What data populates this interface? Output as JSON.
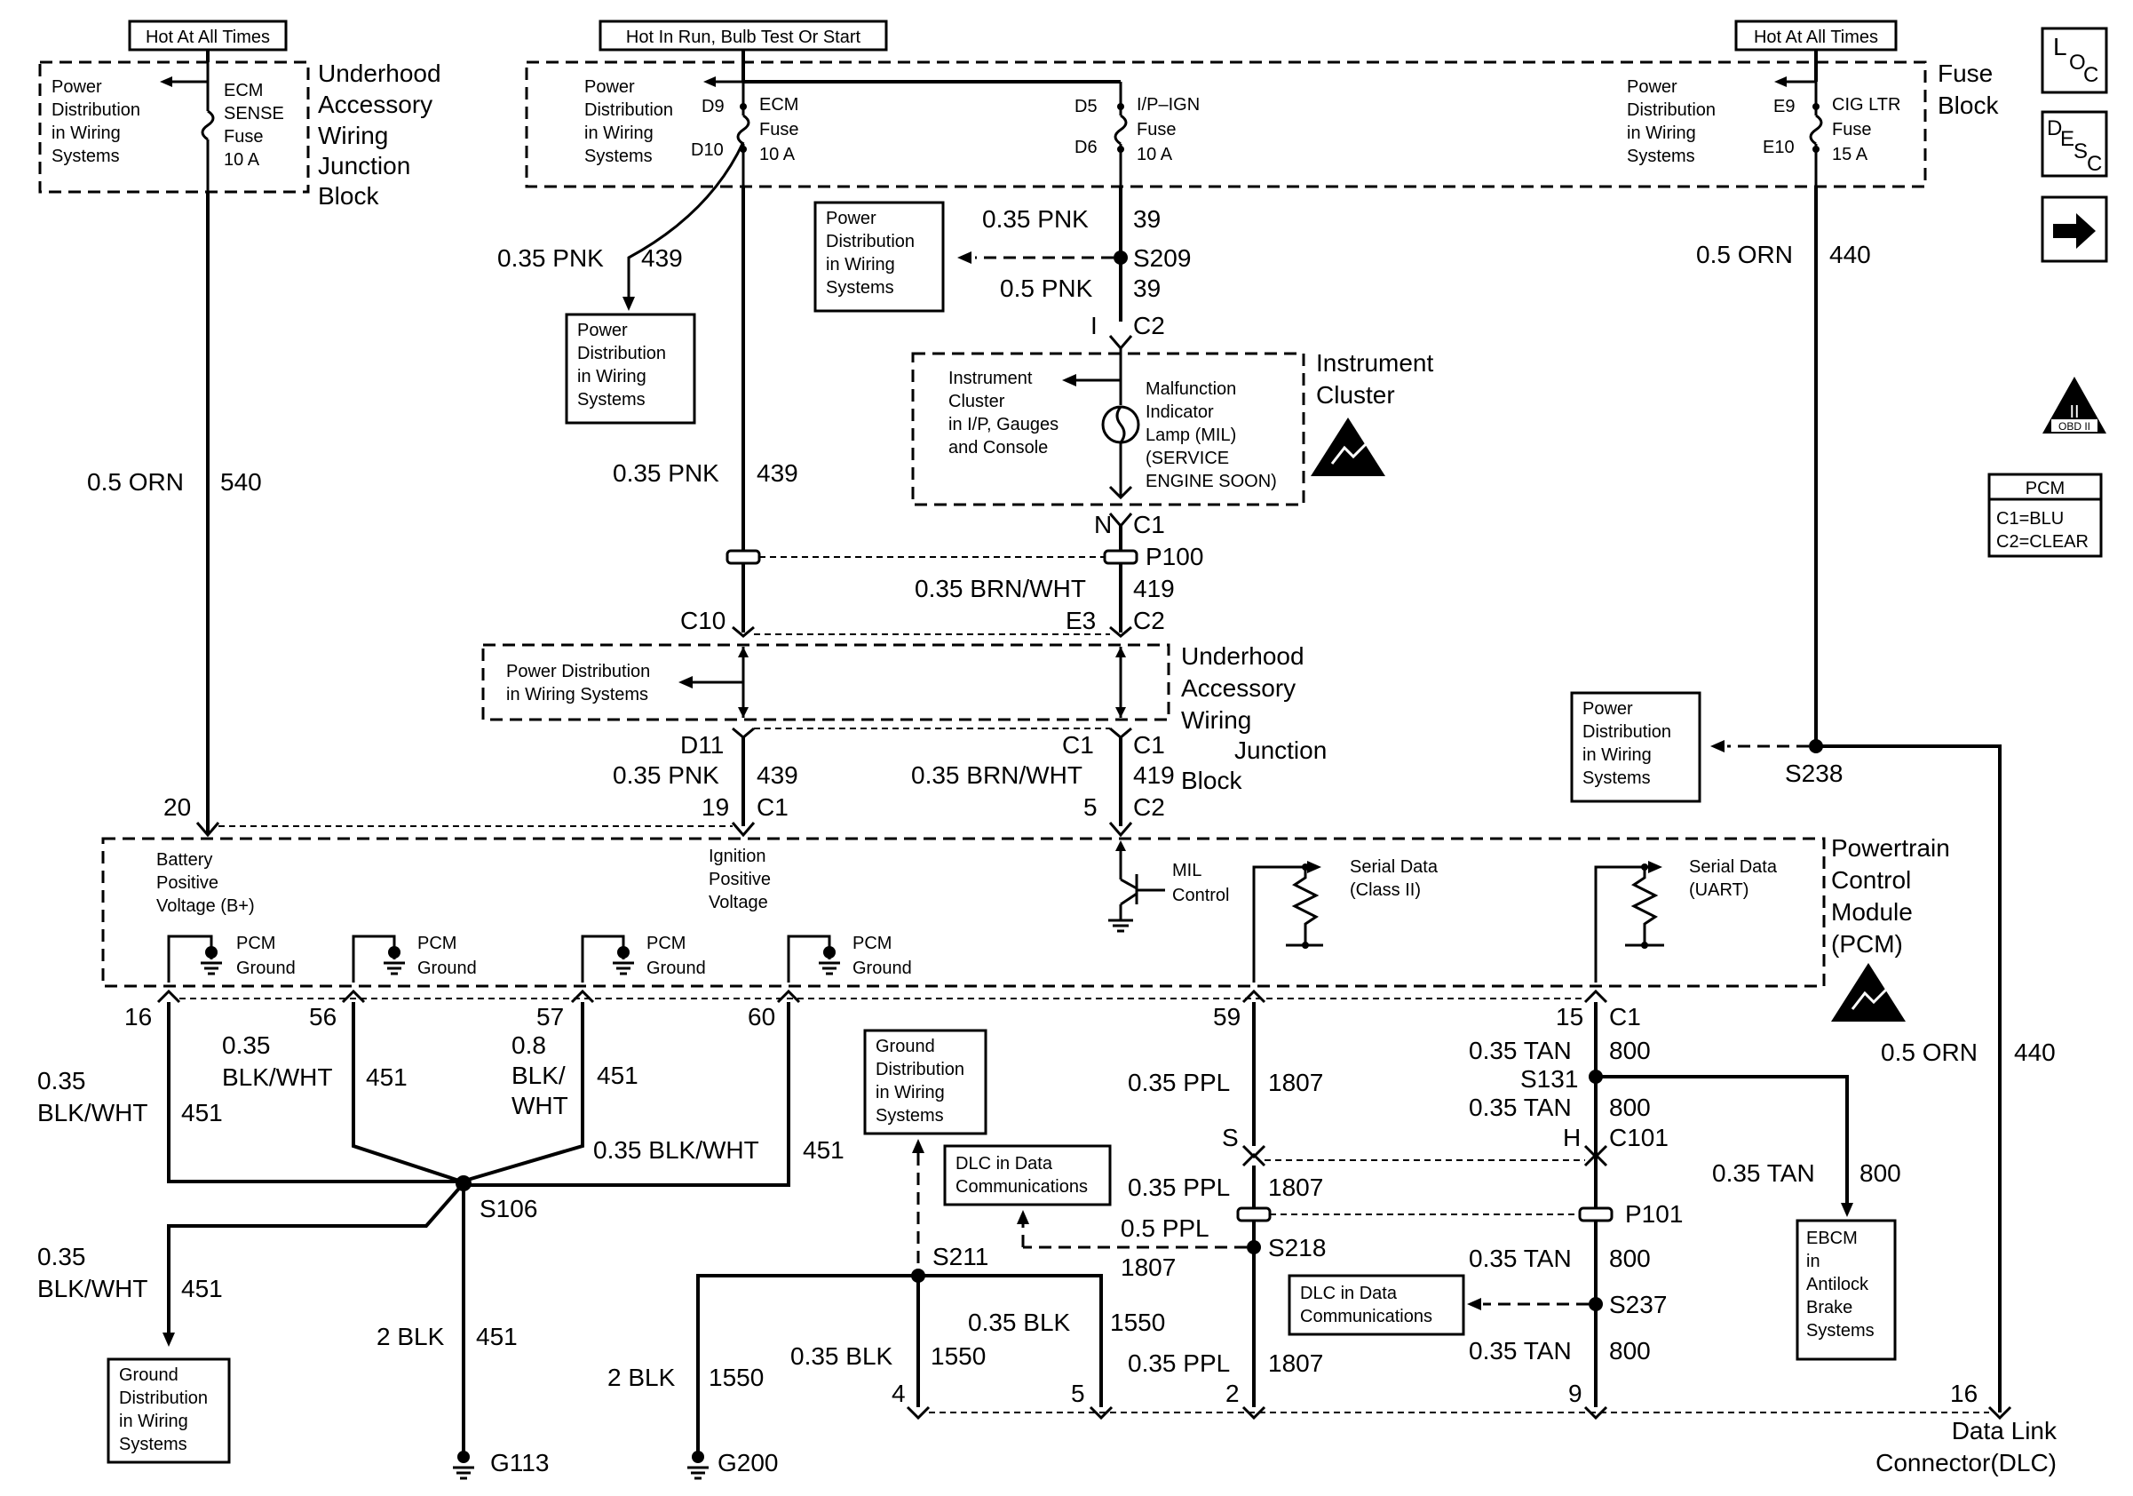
{
  "headers": {
    "hot_left": "Hot At All Times",
    "hot_run": "Hot In Run, Bulb Test Or Start",
    "hot_right": "Hot At All Times"
  },
  "blocks": {
    "underhood_top": [
      "Underhood",
      "Accessory",
      "Wiring",
      "Junction",
      "Block"
    ],
    "fuse_block": [
      "Fuse",
      "Block"
    ],
    "instrument_cluster": [
      "Instrument",
      "Cluster"
    ],
    "underhood_mid": [
      "Underhood",
      "Accessory",
      "Wiring",
      "Junction",
      "Block"
    ],
    "pcm": [
      "Powertrain",
      "Control",
      "Module",
      "(PCM)"
    ],
    "dlc": [
      "Data Link",
      "Connector(DLC)"
    ]
  },
  "fuses": {
    "ecm_sense": [
      "ECM",
      "SENSE",
      "Fuse",
      "10 A"
    ],
    "ecm": [
      "ECM",
      "Fuse",
      "10 A"
    ],
    "ip_ign": [
      "I/P–IGN",
      "Fuse",
      "10 A"
    ],
    "cig_ltr": [
      "CIG LTR",
      "Fuse",
      "15 A"
    ]
  },
  "refs": {
    "pd": [
      "Power",
      "Distribution",
      "in Wiring",
      "Systems"
    ],
    "pd_two_line": [
      "Power Distribution",
      "in Wiring Systems"
    ],
    "gd": [
      "Ground",
      "Distribution",
      "in Wiring",
      "Systems"
    ],
    "dlc_comm": [
      "DLC in Data",
      "Communications"
    ],
    "ebcm": [
      "EBCM",
      "in",
      "Antilock",
      "Brake",
      "Systems"
    ]
  },
  "cluster": {
    "label": [
      "Instrument",
      "Cluster",
      "in I/P, Gauges",
      "and Console"
    ],
    "mil": [
      "Malfunction",
      "Indicator",
      "Lamp (MIL)",
      "(SERVICE",
      "ENGINE SOON)"
    ]
  },
  "pcm_internal": {
    "bplus": [
      "Battery",
      "Positive",
      "Voltage (B+)"
    ],
    "ign": [
      "Ignition",
      "Positive",
      "Voltage"
    ],
    "mil_control": [
      "MIL",
      "Control"
    ],
    "serial_class2": [
      "Serial Data",
      "(Class II)"
    ],
    "serial_uart": [
      "Serial Data",
      "(UART)"
    ],
    "pcm_ground": [
      "PCM",
      "Ground"
    ]
  },
  "legend": {
    "title": "PCM",
    "c1": "C1=BLU",
    "c2": "C2=CLEAR",
    "obd": "OBD II",
    "obd_roman": "II"
  },
  "icons": {
    "loc": [
      "L",
      "O",
      "C"
    ],
    "desc": [
      "D",
      "E",
      "S",
      "C"
    ]
  },
  "labels": {
    "t01": "D9",
    "t02": "D10",
    "t03": "D5",
    "t04": "D6",
    "t05": "E9",
    "t06": "E10",
    "t07": "0.35 PNK",
    "t08": "439",
    "t09": "0.35 PNK",
    "t10": "39",
    "t11": "S209",
    "t12": "0.5 PNK",
    "t13": "39",
    "t14": "I",
    "t15": "C2",
    "t16": "0.5 ORN",
    "t17": "440",
    "t18": "0.5 ORN",
    "t19": "540",
    "t20": "0.35 PNK",
    "t21": "439",
    "t22": "N",
    "t23": "C1",
    "t24": "P100",
    "t25": "0.35 BRN/WHT",
    "t26": "419",
    "t27": "C10",
    "t28": "E3",
    "t29": "C2",
    "t30": "D11",
    "t31": "C1",
    "t32": "C1",
    "t33": "0.35 PNK",
    "t34": "439",
    "t35": "0.35 BRN/WHT",
    "t36": "419",
    "t37": "20",
    "t38": "19",
    "t39": "C1",
    "t40": "5",
    "t41": "C2",
    "t42": "S238",
    "t43": "16",
    "t44": "56",
    "t45": "57",
    "t46": "60",
    "t47": "59",
    "t48": "15",
    "t49": "C1",
    "t50": "0.35",
    "t51": "BLK/WHT",
    "t52": "451",
    "t53": "0.35",
    "t54": "BLK/WHT",
    "t55": "451",
    "t56": "0.8",
    "t57": "BLK/",
    "t58": "WHT",
    "t59": "451",
    "t60": "0.35 BLK/WHT",
    "t61": "451",
    "t62": "S106",
    "t63": "0.35",
    "t64": "BLK/WHT",
    "t65": "451",
    "t66": "2 BLK",
    "t67": "451",
    "t68": "G113",
    "t69": "0.35 PPL",
    "t70": "1807",
    "t71": "S",
    "t72": "0.35 PPL",
    "t73": "1807",
    "t74": "0.5 PPL",
    "t75": "1807",
    "t76": "S218",
    "t77": "0.35 PPL",
    "t78": "1807",
    "t79": "2",
    "t80": "S211",
    "t81": "0.35 BLK",
    "t82": "1550",
    "t83": "0.35 BLK",
    "t84": "1550",
    "t85": "2 BLK",
    "t86": "1550",
    "t87": "4",
    "t88": "5",
    "t89": "G200",
    "t90": "0.35 TAN",
    "t91": "800",
    "t92": "S131",
    "t93": "0.35 TAN",
    "t94": "800",
    "t95": "H",
    "t96": "C101",
    "t97": "P101",
    "t98": "0.35 TAN",
    "t99": "800",
    "t100": "S237",
    "t101": "0.35 TAN",
    "t102": "800",
    "t103": "9",
    "t104": "0.35 TAN",
    "t105": "800",
    "t106": "0.5 ORN",
    "t107": "440",
    "t108": "16"
  }
}
